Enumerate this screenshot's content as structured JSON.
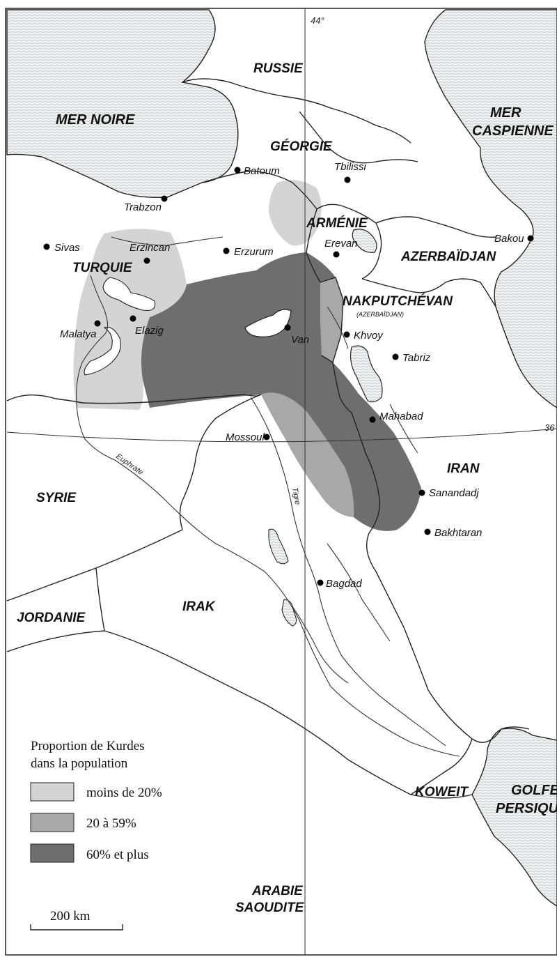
{
  "meridian_label": "44°",
  "parallel_label": "36",
  "seas": {
    "black_sea": "MER NOIRE",
    "caspian_line1": "MER",
    "caspian_line2": "CASPIENNE",
    "gulf_line1": "GOLFE",
    "gulf_line2": "PERSIQUE"
  },
  "countries": {
    "russia": "RUSSIE",
    "georgia": "GÉORGIE",
    "armenia": "ARMÉNIE",
    "azerbaijan": "AZERBAÏDJAN",
    "nakhchivan": "NAKPUTCHÉVAN",
    "nakhchivan_sub": "(AZERBAÏDJAN)",
    "turkey": "TURQUIE",
    "iran": "IRAN",
    "syria": "SYRIE",
    "iraq": "IRAK",
    "jordan": "JORDANIE",
    "kuwait": "KOWEIT",
    "saudi_line1": "ARABIE",
    "saudi_line2": "SAOUDITE"
  },
  "cities": {
    "batoum": "Batoum",
    "tbilissi": "Tbilissi",
    "trabzon": "Trabzon",
    "bakou": "Bakou",
    "sivas": "Sivas",
    "erzincan": "Erzincan",
    "erzurum": "Erzurum",
    "erevan": "Erevan",
    "malatya": "Malatya",
    "elazig": "Elazig",
    "van": "Van",
    "khvoy": "Khvoy",
    "tabriz": "Tabriz",
    "mahabad": "Mahabad",
    "mossoul": "Mossoul",
    "sanandadj": "Sanandadj",
    "bakhtaran": "Bakhtaran",
    "bagdad": "Bagdad"
  },
  "rivers": {
    "euphrate": "Euphrate",
    "tigre": "Tigre"
  },
  "legend": {
    "title_line1": "Proportion de Kurdes",
    "title_line2": "dans la population",
    "items": [
      {
        "label": "moins de 20%",
        "color": "#d4d4d4"
      },
      {
        "label": "20 à 59%",
        "color": "#a8a8a8"
      },
      {
        "label": "60% et plus",
        "color": "#6e6e6e"
      }
    ]
  },
  "scale": {
    "label": "200 km"
  },
  "colors": {
    "water": "#e4e8ea",
    "land": "#ffffff",
    "light": "#d4d4d4",
    "medium": "#a8a8a8",
    "dark": "#6e6e6e"
  }
}
